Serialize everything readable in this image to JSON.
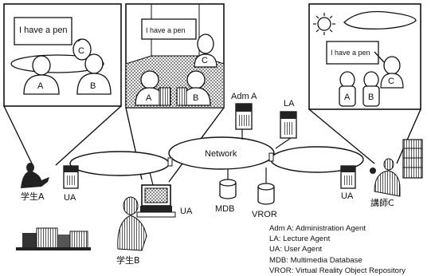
{
  "panels": {
    "left": {
      "speech": "I have a pen",
      "persons": [
        "A",
        "B",
        "C"
      ]
    },
    "middle": {
      "speech": "I have a pen",
      "persons": [
        "A",
        "B",
        "C"
      ]
    },
    "right": {
      "speech": "I have a pen",
      "persons": [
        "A",
        "B",
        "C"
      ]
    }
  },
  "network": {
    "center_label": "Network",
    "agents": {
      "adm_a": "Adm A",
      "la": "LA",
      "ua_left": "UA",
      "ua_middle": "UA",
      "ua_right": "UA",
      "mdb": "MDB",
      "vror": "VROR"
    }
  },
  "people": {
    "student_a": "学生A",
    "student_b": "学生B",
    "lecturer_c": "講師C"
  },
  "legend": [
    "Adm A: Administration Agent",
    "LA: Lecture Agent",
    "UA: User Agent",
    "MDB: Multimedia Database",
    "VROR: Virtual Reality Object Repository"
  ]
}
